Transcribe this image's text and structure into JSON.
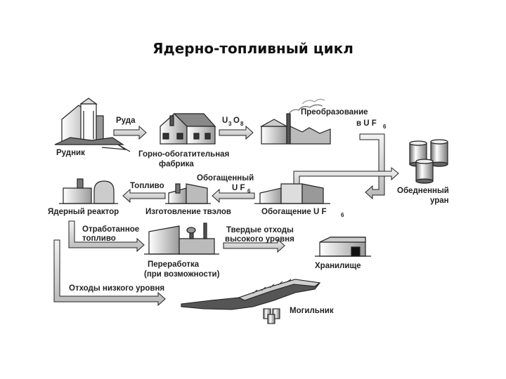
{
  "slide": {
    "title": "Ядерно-топливный цикл"
  },
  "diagram": {
    "labels": {
      "mine": "Рудник",
      "ore": "Руда",
      "mill_1": "Горно-обогатительная",
      "mill_2": "фабрика",
      "u3o8_u": "U",
      "u3o8_3": "3",
      "u3o8_o": "O",
      "u3o8_8": "8",
      "conv_1": "Преобразование",
      "conv_2": "в U F",
      "conv_2_sub": "6",
      "depleted_1": "Обедненный",
      "depleted_2": "уран",
      "enriched_1": "Обогащенный",
      "enriched_2": "U F",
      "enriched_2_sub": "6",
      "enrichment": "Обогащение U F",
      "enrichment_sub": "6",
      "fuel": "Топливо",
      "fabrication": "Изготовление твэлов",
      "reactor": "Ядерный реактор",
      "spent_1": "Отработанное",
      "spent_2": "топливо",
      "reprocess_1": "Переработка",
      "reprocess_2": "(при возможности)",
      "hlw_1": "Твердые отходы",
      "hlw_2": "высокого уровня",
      "storage": "Хранилище",
      "llw": "Отходы низкого уровня",
      "burial": "Могильник"
    }
  }
}
